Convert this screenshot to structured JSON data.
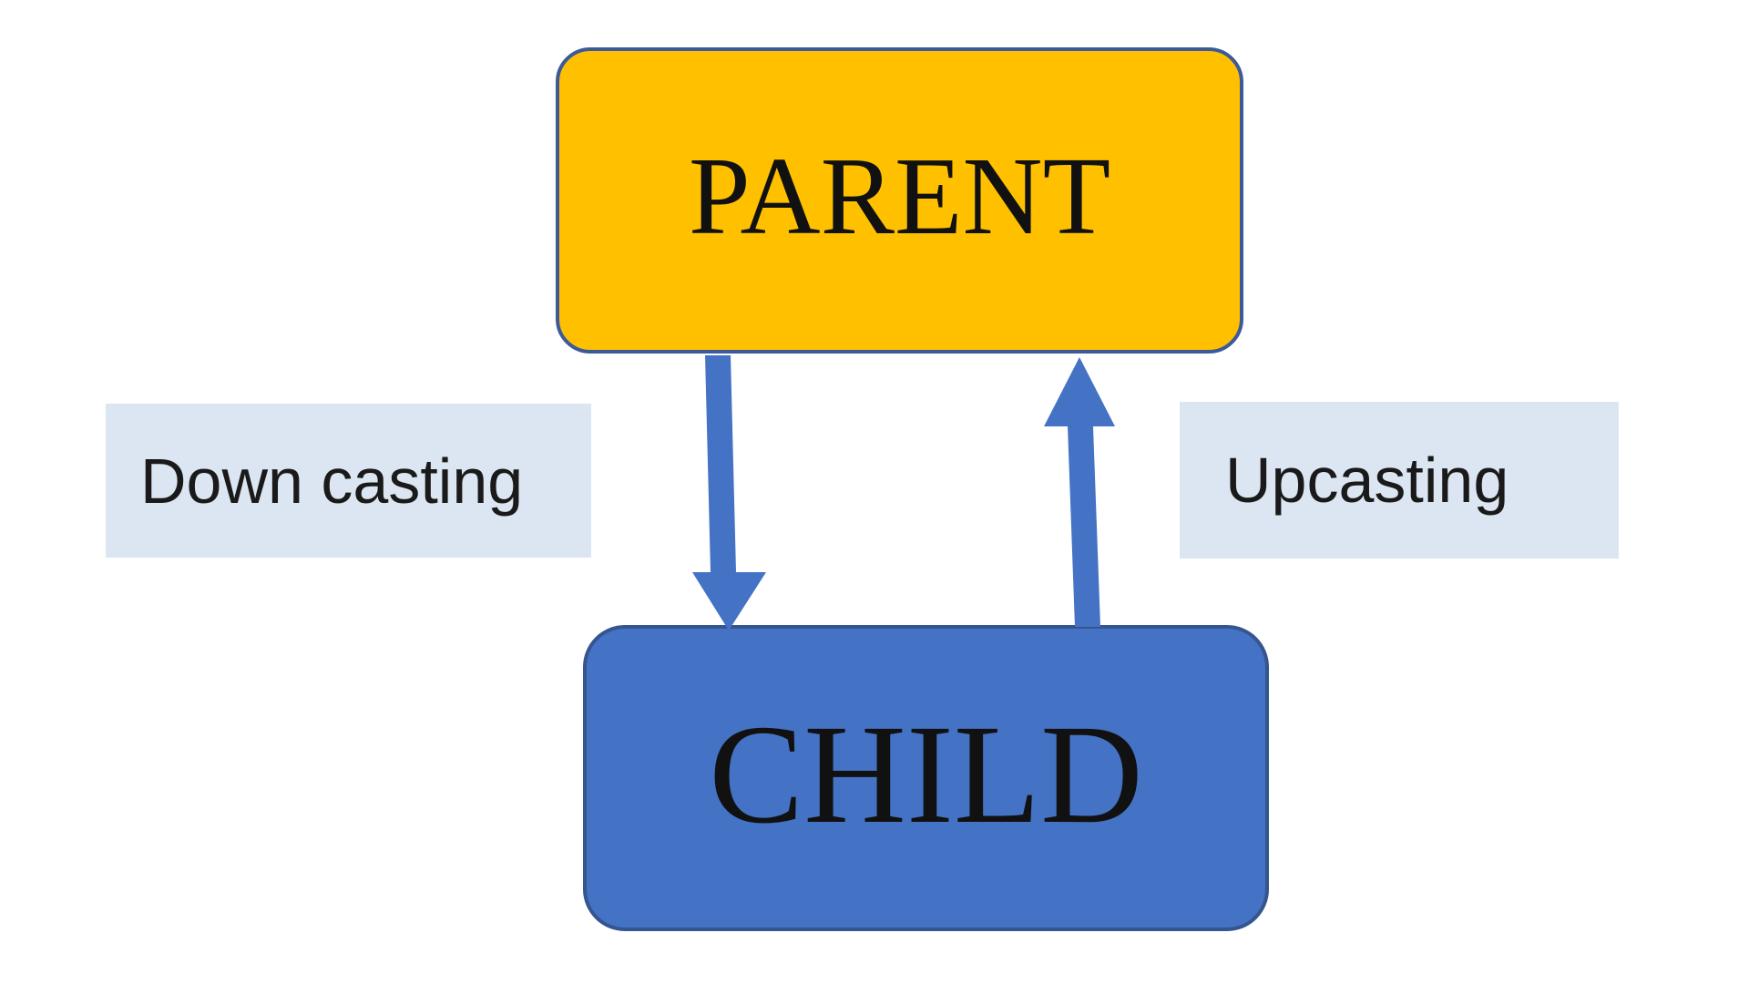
{
  "page": {
    "background": "#ffffff"
  },
  "diagram": {
    "type": "casting-relationship-diagram",
    "nodes": [
      {
        "id": "parent",
        "label": "PARENT",
        "fill": "#FFC000",
        "border": "#3C5A99",
        "text_color": "#111111"
      },
      {
        "id": "child",
        "label": "CHILD",
        "fill": "#4472C4",
        "border": "#35558F",
        "text_color": "#111111"
      }
    ],
    "edges": [
      {
        "id": "downcasting",
        "label": "Down casting",
        "direction": "down",
        "from": "PARENT",
        "to": "CHILD",
        "arrow_color": "#4472C4",
        "label_bg": "#DCE6F2"
      },
      {
        "id": "upcasting",
        "label": "Upcasting",
        "direction": "up",
        "from": "CHILD",
        "to": "PARENT",
        "arrow_color": "#4472C4",
        "label_bg": "#DCE6F2"
      }
    ]
  }
}
